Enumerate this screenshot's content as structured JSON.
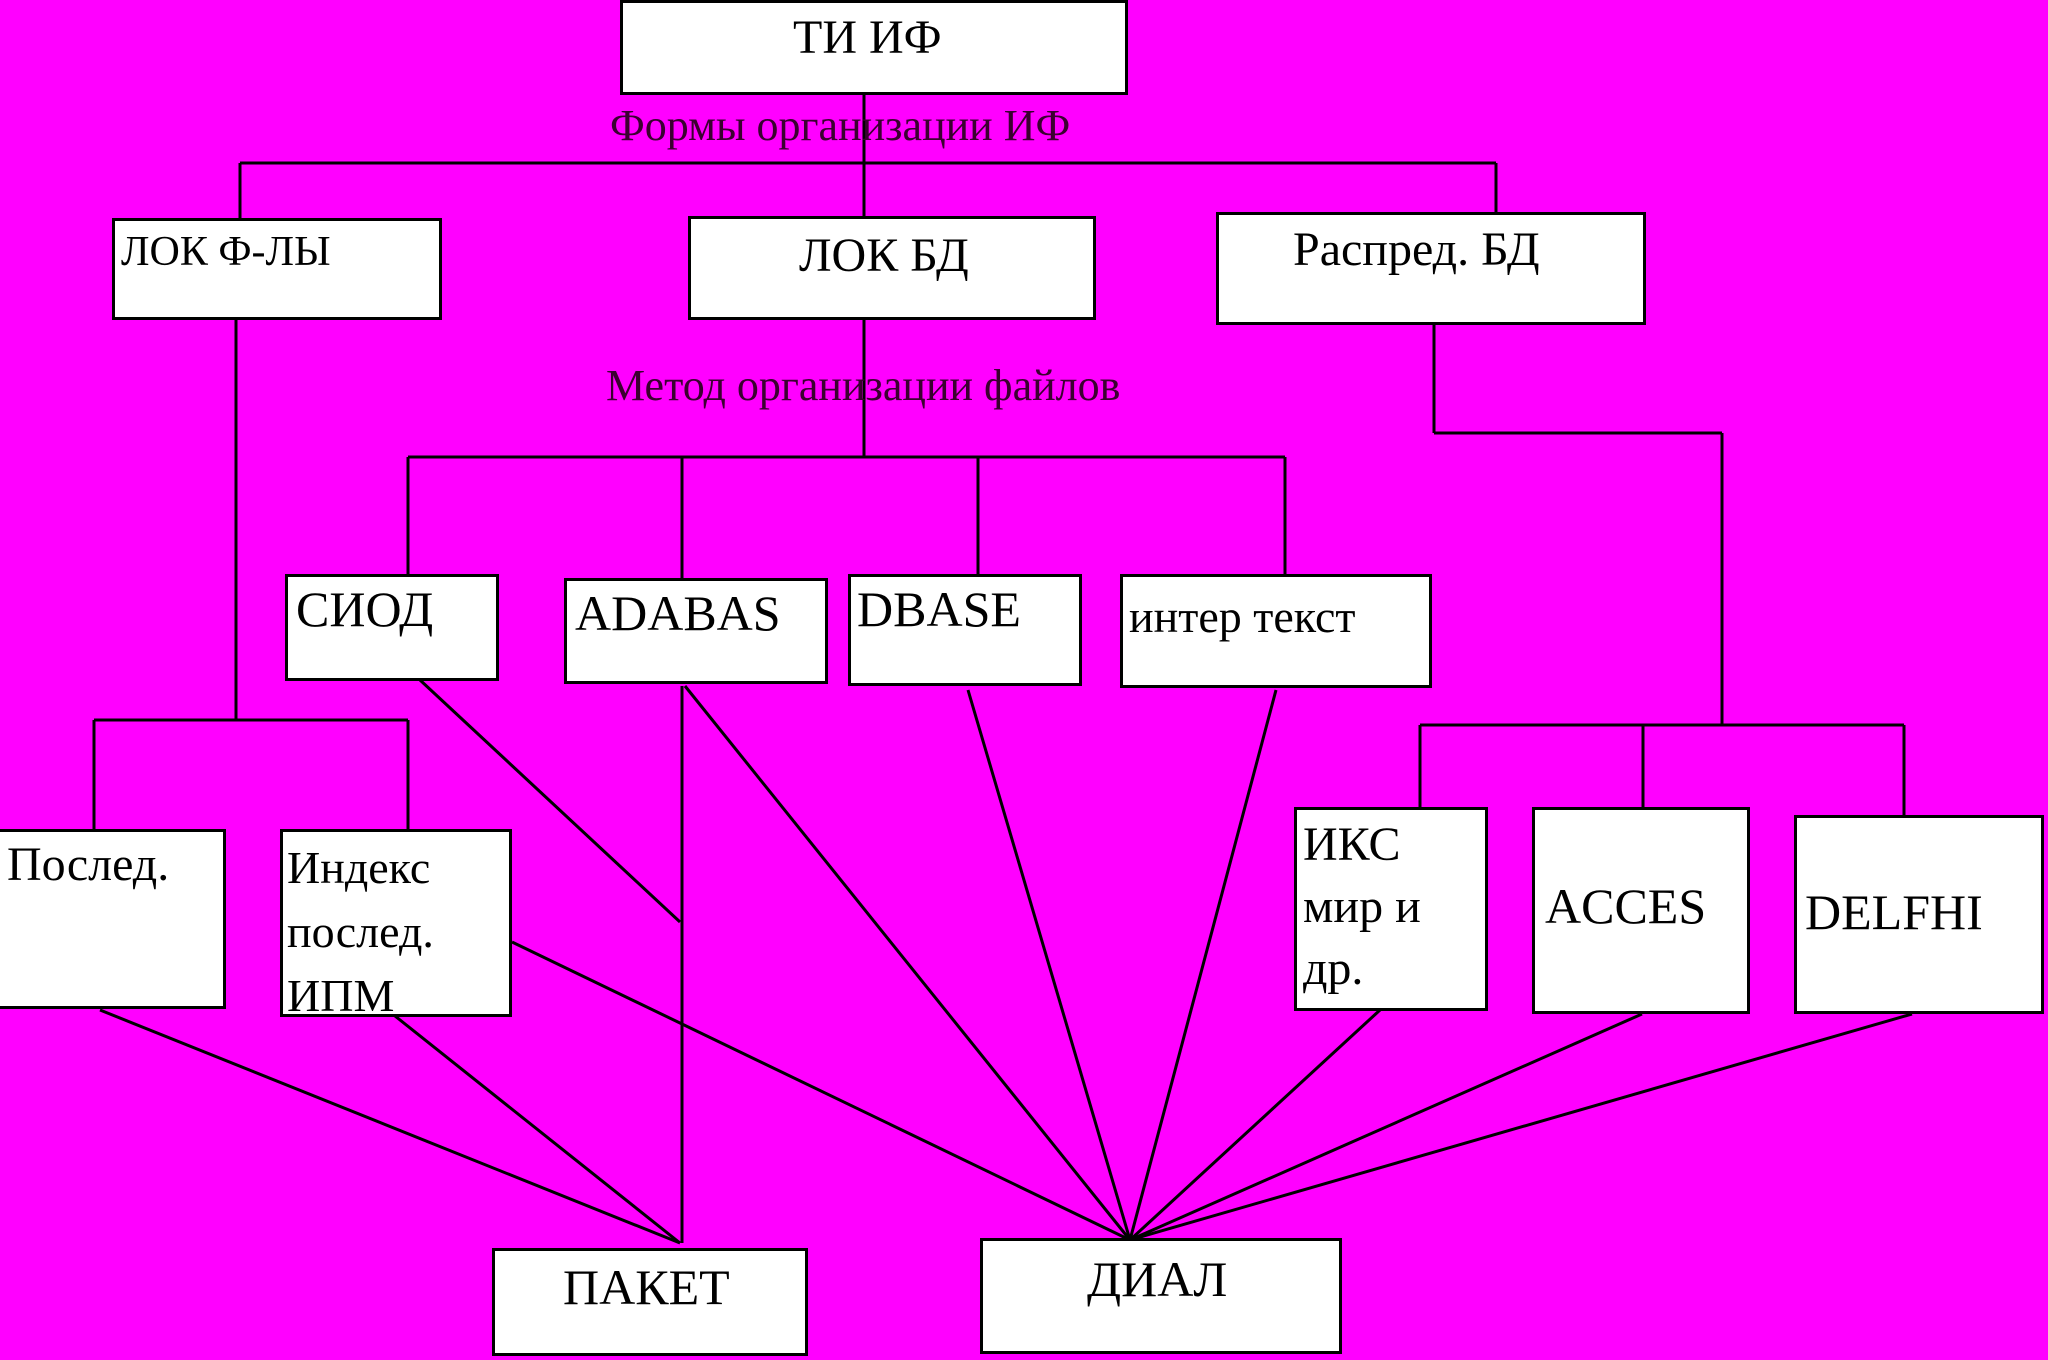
{
  "colors": {
    "background": "#ff00ff",
    "box_fill": "#ffffff",
    "line": "#000000"
  },
  "captions": {
    "forms": "Формы организации ИФ",
    "method": "Метод организации файлов"
  },
  "nodes": {
    "ti_if": "ТИ ИФ",
    "lok_fly": "ЛОК Ф-ЛЫ",
    "lok_bd": "ЛОК БД",
    "raspred_bd": "Распред. БД",
    "siod": "СИОД",
    "adabas": "ADABAS",
    "dbase": "DBASE",
    "inter_tekst": "интер текст",
    "posled": "Послед.",
    "indeks": "Индекс\nпослед.\nИПМ",
    "iks": "ИКС\nмир и\nдр.",
    "acces": "ACCES",
    "delfhi": "DELFHI",
    "paket": "ПАКЕТ",
    "dial": "ДИАЛ"
  }
}
